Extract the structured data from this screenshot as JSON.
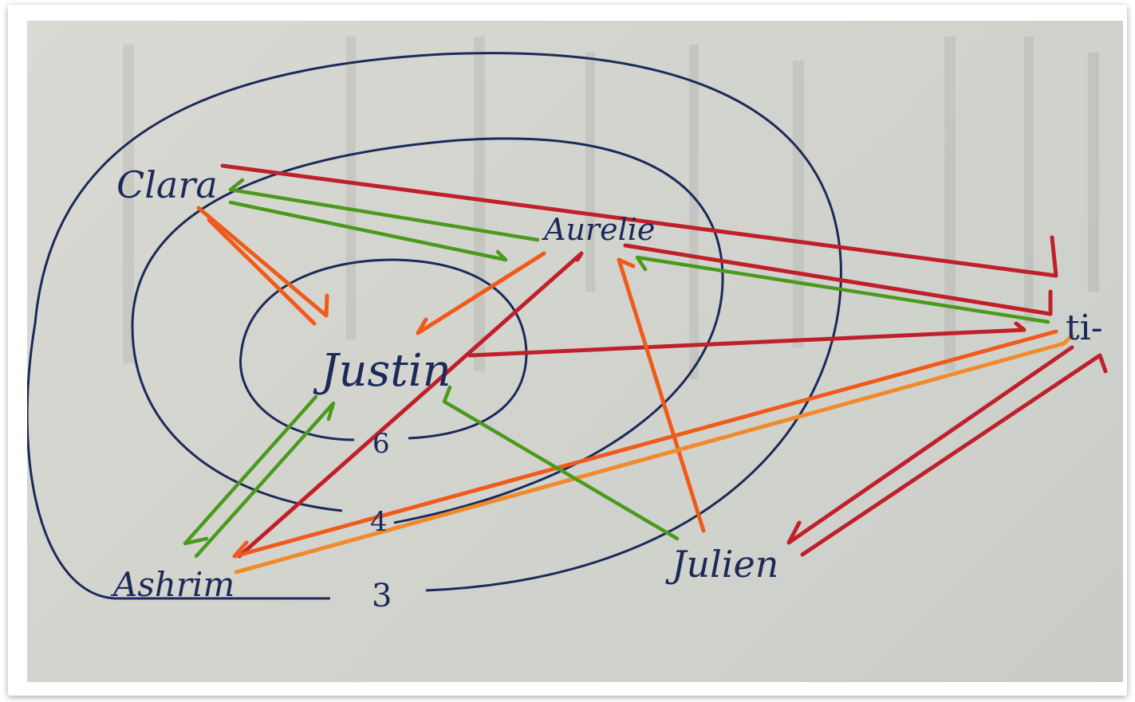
{
  "labels": {
    "clara": "Clara",
    "aurelie": "Aurelie",
    "justin": "Justin",
    "ashrim": "Ashrim",
    "julien": "Julien",
    "ti": "ti-",
    "level_inner": "6",
    "level_middle": "4",
    "level_outer": "3"
  },
  "colors": {
    "ink": "#1c2a5a",
    "red": "#c0202a",
    "orange": "#f05a1a",
    "orange_light": "#f08a2a",
    "green": "#4a9a1e",
    "paper": "#d4d4ce"
  }
}
